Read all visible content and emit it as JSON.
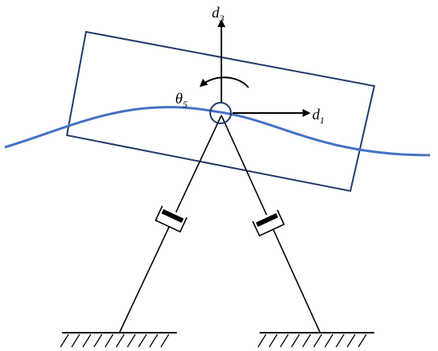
{
  "labels": {
    "d3": {
      "main": "d",
      "sub": "3"
    },
    "d1": {
      "main": "d",
      "sub": "1"
    },
    "theta5": {
      "main": "θ",
      "sub": "5"
    }
  },
  "colors": {
    "frame": "#1f3a6b",
    "wave": "#4472c4",
    "ink": "#000000"
  }
}
